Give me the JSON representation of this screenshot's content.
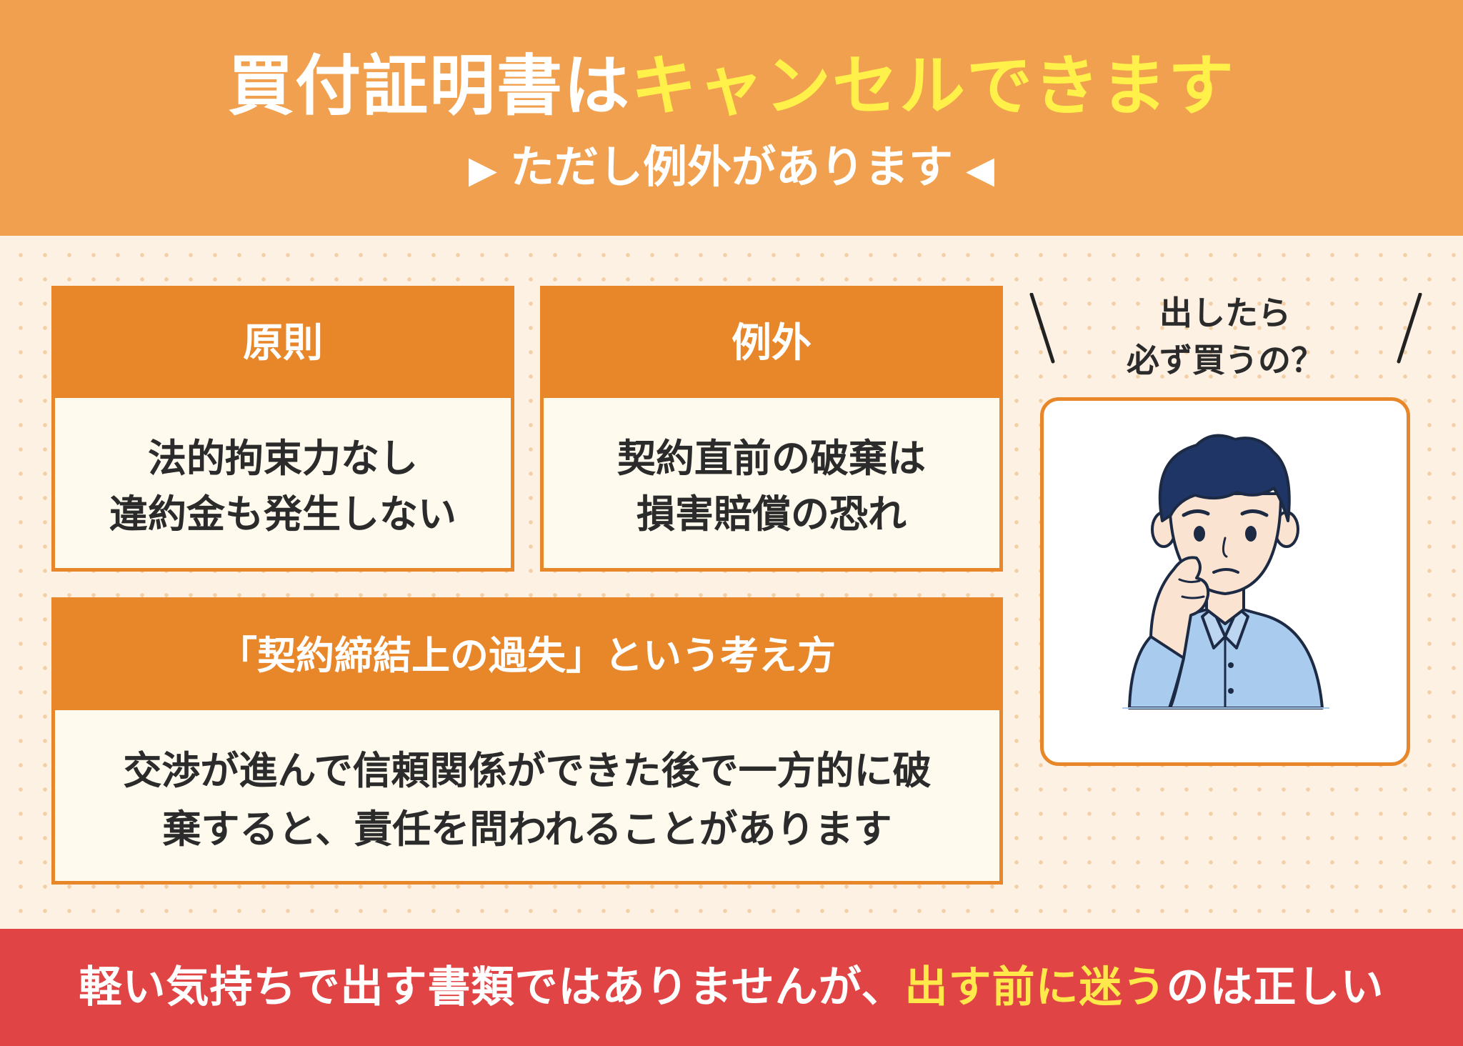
{
  "header": {
    "title_main": "買付証明書は",
    "title_highlight": "キャンセルできます",
    "subtitle": "ただし例外があります",
    "arrow_left": "▶",
    "arrow_right": "◀"
  },
  "cards": {
    "principle": {
      "heading": "原則",
      "line1": "法的拘束力なし",
      "line2": "違約金も発生しない"
    },
    "exception": {
      "heading": "例外",
      "line1": "契約直前の破棄は",
      "line2": "損害賠償の恐れ"
    },
    "negligence": {
      "heading": "「契約締結上の過失」という考え方",
      "line1": "交渉が進んで信頼関係ができた後で一方的に破",
      "line2": "棄すると、責任を問われることがあります"
    }
  },
  "thought": {
    "line1": "出したら",
    "line2": "必ず買うの？"
  },
  "footer": {
    "text_before": "軽い気持ちで出す書類ではありませんが、",
    "text_highlight": "出す前に迷う",
    "text_after": "のは正しい"
  },
  "colors": {
    "header_bg": "#f0a04e",
    "accent_orange": "#e8862a",
    "highlight_yellow": "#fff04a",
    "footer_bg": "#e14444",
    "page_bg": "#fdf1e3"
  },
  "icons": {
    "illustration": "worried-man-icon"
  }
}
